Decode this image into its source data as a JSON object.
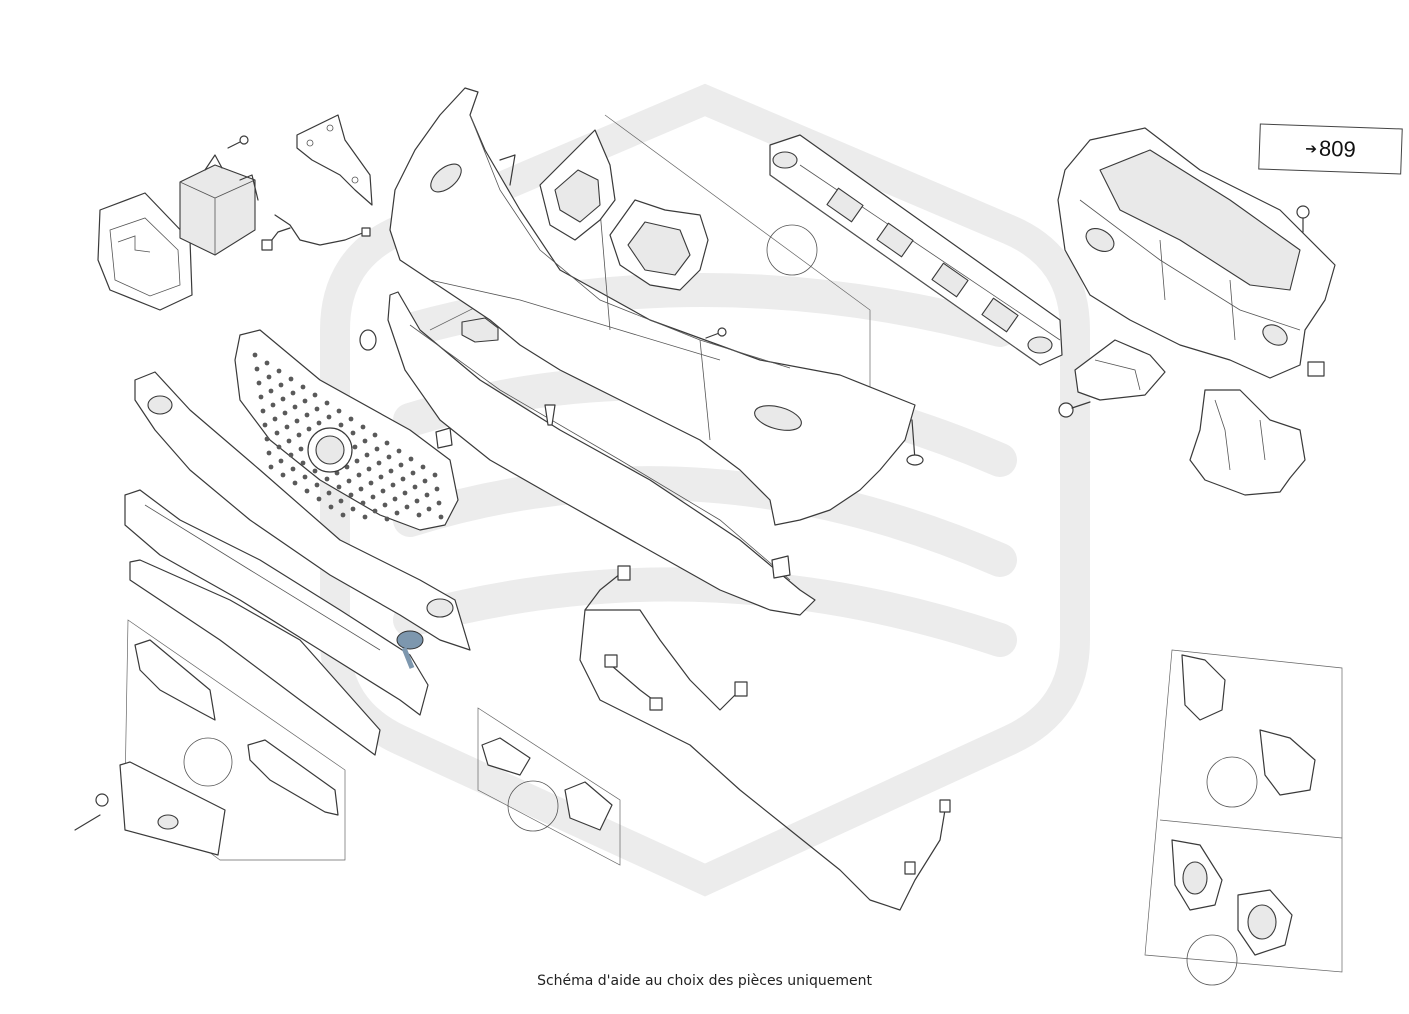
{
  "diagram": {
    "reference_label": {
      "arrow": "➔",
      "number": "809"
    },
    "caption": "Schéma d'aide au choix des pièces uniquement",
    "colors": {
      "line": "#3a3a3a",
      "watermark": "#ececec",
      "highlight": "#7d97ae"
    },
    "watermark": "logo-shield"
  }
}
